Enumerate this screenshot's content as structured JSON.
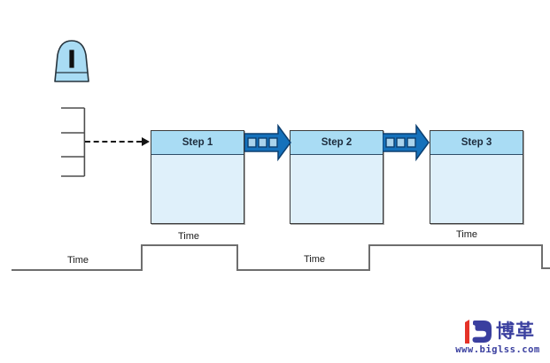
{
  "inventory": {
    "symbol": "I"
  },
  "steps": [
    {
      "label": "Step 1"
    },
    {
      "label": "Step 2"
    },
    {
      "label": "Step 3"
    }
  ],
  "time_labels": {
    "lead_left": "Time",
    "step1": "Time",
    "lead_middle": "Time",
    "step3": "Time"
  },
  "logo": {
    "brand": "博革",
    "website": "www.biglss.com"
  },
  "colors": {
    "shape_fill": "#a9dcf4",
    "box_body": "#dff0fa",
    "box_border": "#3c3c3c",
    "push_arrow_fill": "#1571bb",
    "push_arrow_outline": "#0c3f70",
    "push_arrow_square": "#a9d3ec",
    "timeline_line": "#6e6e6e",
    "logo_red": "#e53228",
    "logo_blue": "#3a3f9f"
  }
}
